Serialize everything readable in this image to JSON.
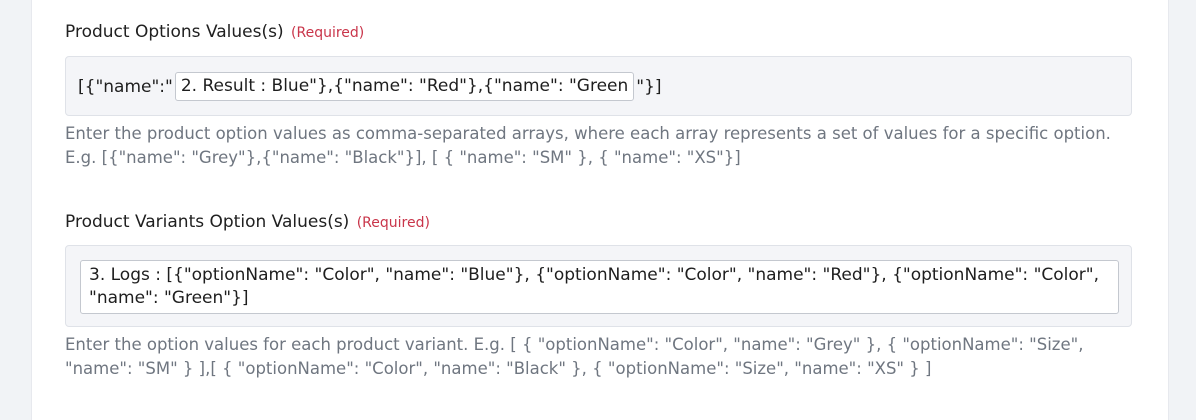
{
  "options_field": {
    "label": "Product Options Values(s)",
    "required": "(Required)",
    "prefix": "[{\"name\":\"",
    "pill": "2. Result : Blue\"},{\"name\": \"Red\"},{\"name\": \"Green",
    "suffix": "\"}]",
    "help": "Enter the product option values as comma-separated arrays, where each array represents a set of values for a specific option. E.g. [{\"name\": \"Grey\"},{\"name\": \"Black\"}], [ { \"name\": \"SM\" }, { \"name\": \"XS\"}]"
  },
  "variants_field": {
    "label": "Product Variants Option Values(s)",
    "required": "(Required)",
    "value": "3. Logs : [{\"optionName\": \"Color\", \"name\": \"Blue\"}, {\"optionName\": \"Color\", \"name\": \"Red\"}, {\"optionName\": \"Color\", \"name\": \"Green\"}]",
    "help": "Enter the option values for each product variant. E.g. [ { \"optionName\": \"Color\", \"name\": \"Grey\" }, { \"optionName\": \"Size\", \"name\": \"SM\" } ],[ { \"optionName\": \"Color\", \"name\": \"Black\" }, { \"optionName\": \"Size\", \"name\": \"XS\" } ]"
  },
  "colors": {
    "required": "#c9354a",
    "help_text": "#6f7680",
    "input_bg": "#f4f5f8"
  }
}
